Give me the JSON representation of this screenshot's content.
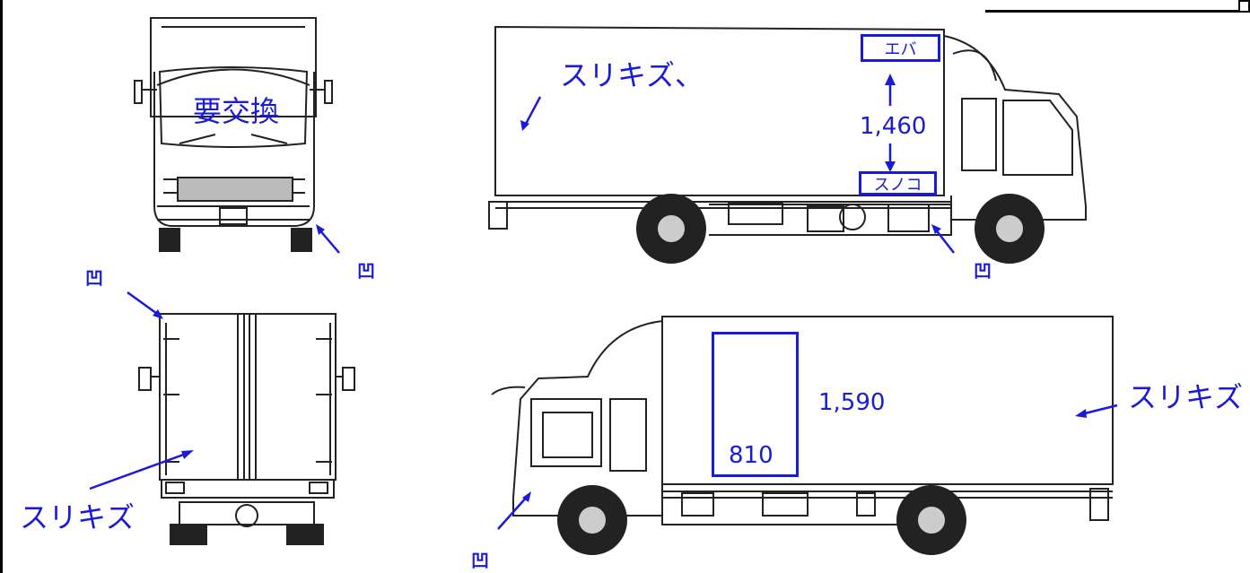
{
  "colors": {
    "annotation": "#1a1ad9",
    "line": "#222222"
  },
  "views": {
    "front": {
      "label_replace": "要交換",
      "dent": "凹"
    },
    "rear": {
      "dent": "凹",
      "scratch": "スリキズ"
    },
    "left_side": {
      "scratch": "スリキズ、",
      "top_box": "エバ",
      "height": "1,460",
      "bottom_box": "スノコ",
      "dent": "凹"
    },
    "right_side": {
      "width": "810",
      "height": "1,590",
      "scratch": "スリキズ",
      "dent": "凹"
    }
  }
}
